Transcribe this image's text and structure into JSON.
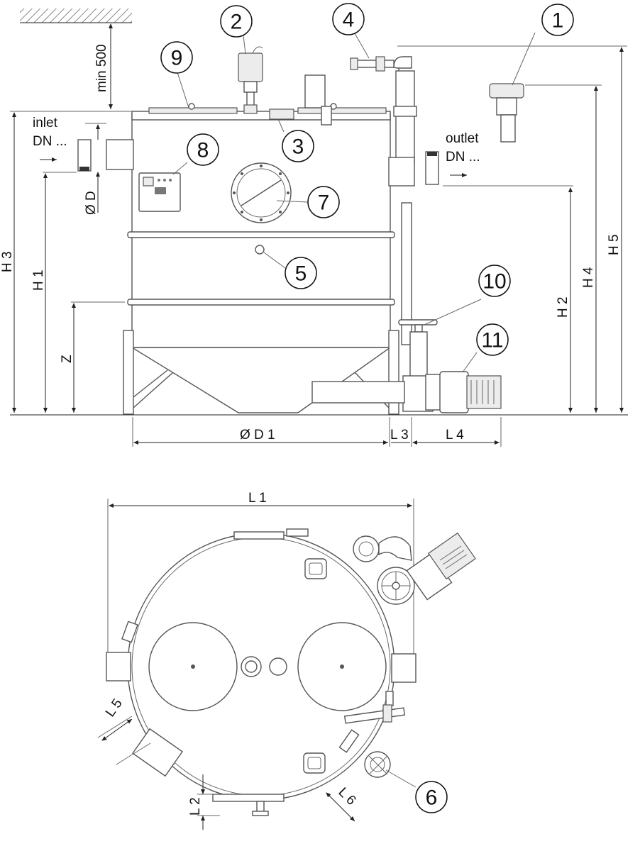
{
  "labels": {
    "min500": "min 500",
    "inlet": "inlet",
    "inlet_dn": "DN ...",
    "outlet": "outlet",
    "outlet_dn": "DN ...",
    "od": "Ø D",
    "od1": "Ø D 1",
    "h1": "H 1",
    "h2": "H 2",
    "h3": "H 3",
    "h4": "H 4",
    "h5": "H 5",
    "z": "Z",
    "l1": "L 1",
    "l2": "L 2",
    "l3": "L 3",
    "l4": "L 4",
    "l5": "L 5",
    "l6": "L 6"
  },
  "callouts": {
    "c1": "1",
    "c2": "2",
    "c3": "3",
    "c4": "4",
    "c5": "5",
    "c6": "6",
    "c7": "7",
    "c8": "8",
    "c9": "9",
    "c10": "10",
    "c11": "11"
  }
}
